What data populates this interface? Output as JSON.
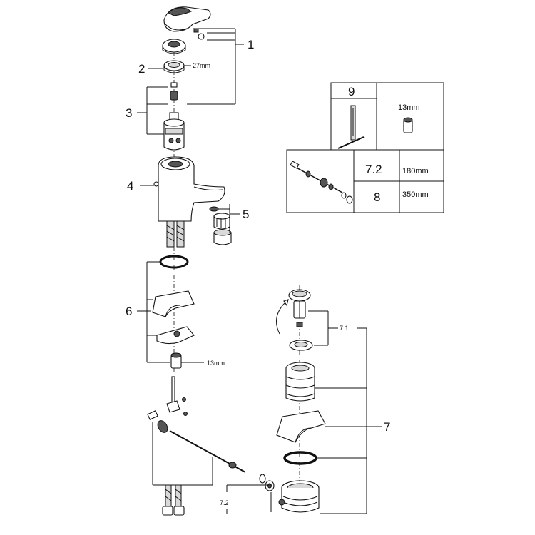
{
  "callouts": {
    "c1": "1",
    "c2": "2",
    "c3": "3",
    "c4": "4",
    "c5": "5",
    "c6": "6",
    "c7": "7",
    "c7_1": "7.1",
    "c7_2": "7.2"
  },
  "dimensions": {
    "wrench_27": "27mm",
    "wrench_13": "13mm",
    "tool_13": "13mm"
  },
  "table": {
    "tool_label": "9",
    "rows": [
      {
        "part": "7.2",
        "length": "180mm"
      },
      {
        "part": "8",
        "length": "350mm"
      }
    ]
  }
}
